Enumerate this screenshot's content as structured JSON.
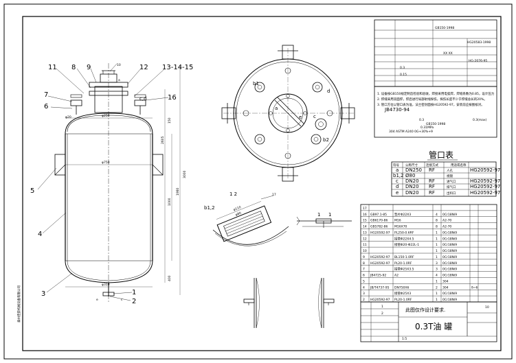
{
  "drawing": {
    "part_numbers": {
      "p1": "1",
      "p2": "2",
      "p3": "3",
      "p4": "4",
      "p5": "5",
      "p6": "6",
      "p7": "7",
      "p8": "8",
      "p9": "9",
      "p10": "10",
      "p11": "11",
      "p12": "12",
      "p13_14_15": "13-14-15",
      "p16": "16"
    },
    "dimensions": {
      "flange_phi": "φ250",
      "shell_phi": "φ750",
      "bottom_phi": "φ310",
      "inner_phi": "φ20",
      "label_c_d": "c,d",
      "h1": "1000",
      "h2": "1980",
      "h3": "3000",
      "h4": "2605",
      "h5": "150",
      "h6": "400"
    },
    "view_letters": {
      "a": "a",
      "b": "b",
      "c": "c",
      "d": "d",
      "e": "e",
      "b1": "b1",
      "b2": "b2",
      "c_bottom": "c"
    },
    "detail_labels": {
      "top_left": "1  2",
      "b12": "b1,2",
      "num_1": "1",
      "num_2": "1"
    }
  },
  "tech_requirements": {
    "line1": "1. 设备按GB150规定制造检验和验收，焊接采用电弧焊，焊缝系数为0.85，设计压力",
    "line2": "2. 焊缝采用双面焊，焊后进行局部射线探伤，探伤长度不少于焊缝总长的20%。",
    "line3": "3. 管口方位以管口表为准，法兰密封面按HG20592-97，安装前应按图核对。",
    "line4": "JB4730-94",
    "row1": "0.3",
    "row1b": "0.3(max)",
    "row2": "GB150-1998",
    "row3": "0.31MPa",
    "row4": "304   ASTM   A240       0G+30%+9"
  },
  "nozzle_table": {
    "title": "管口表",
    "headers": [
      "符号",
      "公称尺寸",
      "连接方式",
      "用途或名称"
    ],
    "rows": [
      {
        "sym": "a",
        "size": "DN250",
        "conn": "RF",
        "use": "人孔",
        "std": "HG20592-97"
      },
      {
        "sym": "b1,2",
        "size": "Ø80",
        "conn": "",
        "use": "视镜",
        "std": ""
      },
      {
        "sym": "c",
        "size": "DN20",
        "conn": "RF",
        "use": "进气口",
        "std": "HG20592-97"
      },
      {
        "sym": "d",
        "size": "DN20",
        "conn": "RF",
        "use": "排气口",
        "std": "HG20592-97"
      },
      {
        "sym": "e",
        "size": "DN20",
        "conn": "RF",
        "use": "出料口",
        "std": "HG20592-97"
      }
    ]
  },
  "parts_list": {
    "rows": [
      {
        "no": "17",
        "code": "",
        "name": "",
        "qty": "",
        "mat": "",
        "std": ""
      },
      {
        "no": "16",
        "code": "GB97.1-85",
        "name": "垫片Φ22X3",
        "qty": "4",
        "mat": "0Cr18Ni9",
        "std": ""
      },
      {
        "no": "15",
        "code": "GB6170-86",
        "name": "M16",
        "qty": "8",
        "mat": "A2-70",
        "std": ""
      },
      {
        "no": "14",
        "code": "GB5782-86",
        "name": "M16X70",
        "qty": "8",
        "mat": "A2-70",
        "std": ""
      },
      {
        "no": "13",
        "code": "HG20592-97",
        "name": "PL250-0.6RF",
        "qty": "1",
        "mat": "0Cr18Ni9",
        "std": ""
      },
      {
        "no": "12",
        "code": "",
        "name": "接管Φ22X4.5",
        "qty": "1",
        "mat": "0Cr18Ni9",
        "std": ""
      },
      {
        "no": "11",
        "code": "",
        "name": "接管Φ20-Φ22L-1",
        "qty": "1",
        "mat": "0Cr18Ni9",
        "std": ""
      },
      {
        "no": "10",
        "code": "",
        "name": "",
        "qty": "1",
        "mat": "0Cr18Ni9",
        "std": ""
      },
      {
        "no": "9",
        "code": "HG20592-97",
        "name": "BL150-1.0RF",
        "qty": "1",
        "mat": "0Cr18Ni9",
        "std": ""
      },
      {
        "no": "8",
        "code": "HG20592-97",
        "name": "PL20-1.0RF",
        "qty": "3",
        "mat": "0Cr18Ni9",
        "std": ""
      },
      {
        "no": "7",
        "code": "",
        "name": "接管Φ25X3.5",
        "qty": "3",
        "mat": "0Cr18Ni9",
        "std": ""
      },
      {
        "no": "6",
        "code": "JB4725-92",
        "name": "A2",
        "qty": "4",
        "mat": "0Cr18Ni9",
        "std": ""
      },
      {
        "no": "5",
        "code": "",
        "name": "",
        "qty": "1",
        "mat": "304",
        "std": ""
      },
      {
        "no": "4",
        "code": "JB/T4737-95",
        "name": "DN750X6",
        "qty": "2",
        "mat": "304",
        "std": "δ=6"
      },
      {
        "no": "3",
        "code": "",
        "name": "接管Φ25X3",
        "qty": "1",
        "mat": "0Cr18Ni9",
        "std": ""
      },
      {
        "no": "2",
        "code": "HG20592-97",
        "name": "PL20-1.0RF",
        "qty": "1",
        "mat": "0Cr18Ni9",
        "std": ""
      }
    ]
  },
  "title_block": {
    "note": "此图仅作设计要求.",
    "title": "0.3T油 罐",
    "row1_num": "1",
    "row2_num": "2",
    "scale": "1:5",
    "sheet": "10"
  },
  "margin_text": "泰州佳韵机械设备有限公司"
}
